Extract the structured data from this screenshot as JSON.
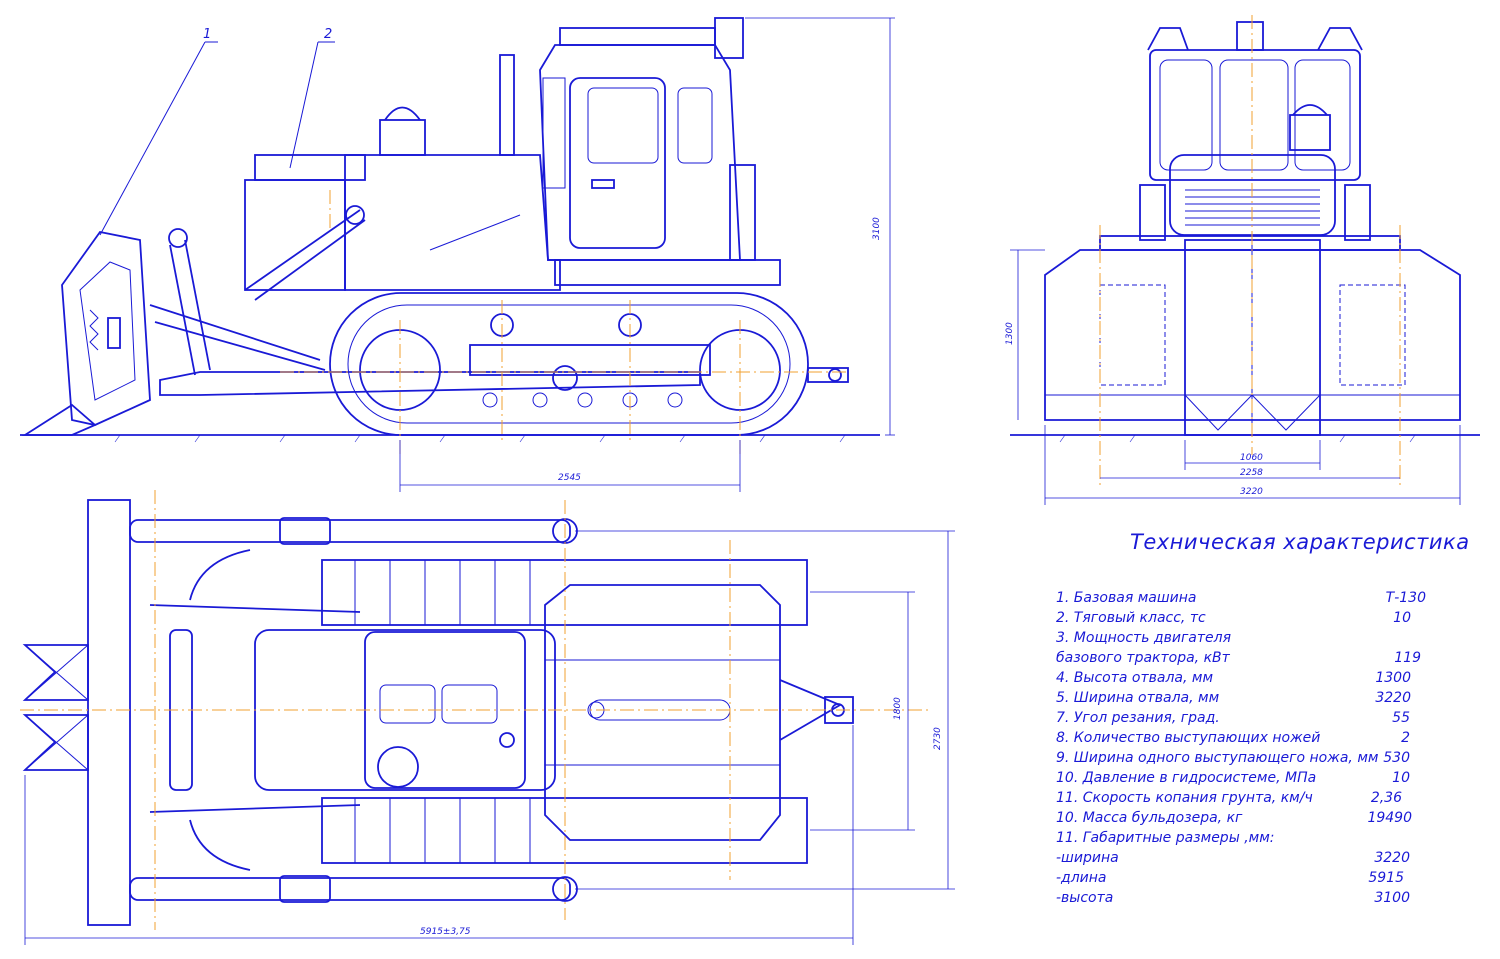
{
  "callouts": [
    "1",
    "2"
  ],
  "dimensions": {
    "side_height": "3100",
    "side_length": "2545",
    "front_height": "1300",
    "front_w1": "1060",
    "front_w2": "2258",
    "front_w3": "3220",
    "plan_w1": "1800",
    "plan_w2": "2730",
    "plan_length": "5915±3,75"
  },
  "specs": {
    "title": "Техническая характеристика",
    "rows": [
      {
        "label": "1.  Базовая машина",
        "value": "Т-130"
      },
      {
        "label": "2. Тяговый класс, тс",
        "value": "10"
      },
      {
        "label": "3. Мощность двигателя",
        "value": ""
      },
      {
        "label": "    базового трактора, кВт",
        "value": "119"
      },
      {
        "label": "4. Высота отвала, мм",
        "value": "1300"
      },
      {
        "label": "5. Ширина отвала, мм",
        "value": "3220"
      },
      {
        "label": "7. Угол  резания, град.",
        "value": "55"
      },
      {
        "label": "8. Количество выступающих ножей",
        "value": "2"
      },
      {
        "label": "9. Ширина одного выступающего ножа, мм",
        "value": "530"
      },
      {
        "label": "10. Давление в гидросистеме, МПа",
        "value": "10"
      },
      {
        "label": "11. Скорость  копания грунта, км/ч",
        "value": "2,36"
      },
      {
        "label": "10. Масса бульдозера, кг",
        "value": "19490"
      },
      {
        "label": "11. Габаритные размеры ,мм:",
        "value": ""
      },
      {
        "label": "                 -ширина",
        "value": "3220"
      },
      {
        "label": "                 -длина",
        "value": "5915"
      },
      {
        "label": "                 -высота",
        "value": "3100"
      }
    ]
  }
}
